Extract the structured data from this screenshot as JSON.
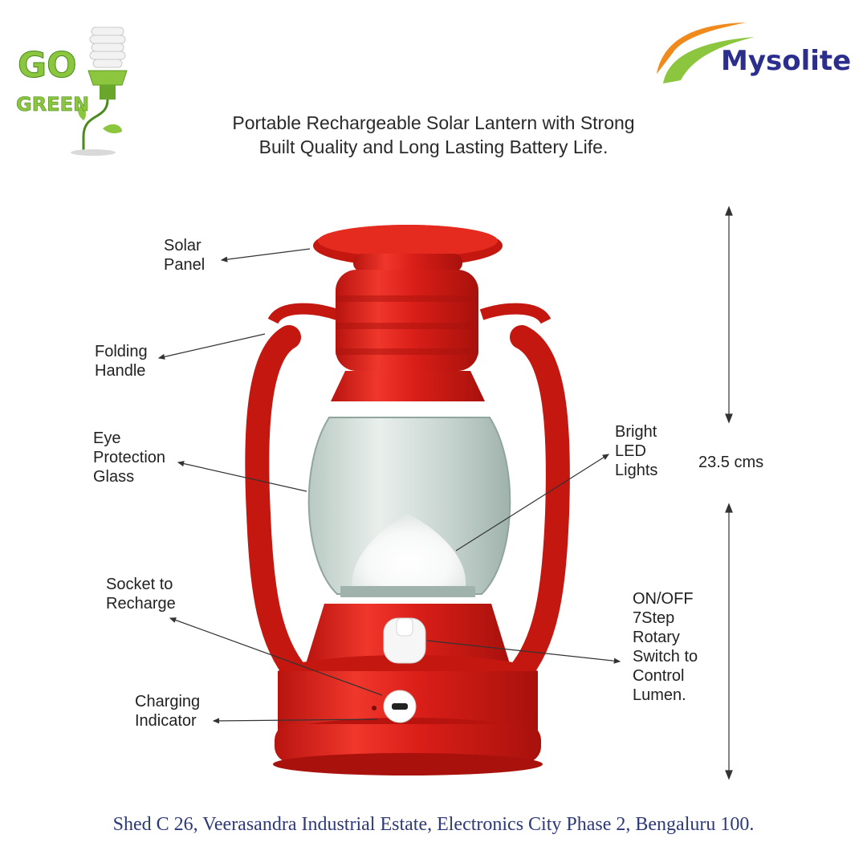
{
  "logo": {
    "go": "GO",
    "green": "GREEN"
  },
  "brand": {
    "name": "Mysolite",
    "colors": {
      "orange": "#f08a1c",
      "green": "#8cc63f",
      "blue": "#2b2e8c"
    }
  },
  "headline": {
    "line1": "Portable Rechargeable Solar Lantern with Strong",
    "line2": "Built Quality and Long Lasting Battery Life."
  },
  "labels": {
    "solar_panel": [
      "Solar",
      "Panel"
    ],
    "folding_handle": [
      "Folding",
      "Handle"
    ],
    "eye_glass": [
      "Eye",
      "Protection",
      "Glass"
    ],
    "led": [
      "Bright",
      "LED",
      "Lights"
    ],
    "socket": [
      "Socket to",
      "Recharge"
    ],
    "indicator": [
      "Charging",
      "Indicator"
    ],
    "switch": [
      "ON/OFF",
      "7Step",
      "Rotary",
      "Switch to",
      "Control",
      "Lumen."
    ]
  },
  "dimension": {
    "height": "23.5 cms"
  },
  "product_color": "#d91e18",
  "footer": {
    "address": "Shed C 26, Veerasandra Industrial Estate, Electronics City Phase 2, Bengaluru  100."
  }
}
